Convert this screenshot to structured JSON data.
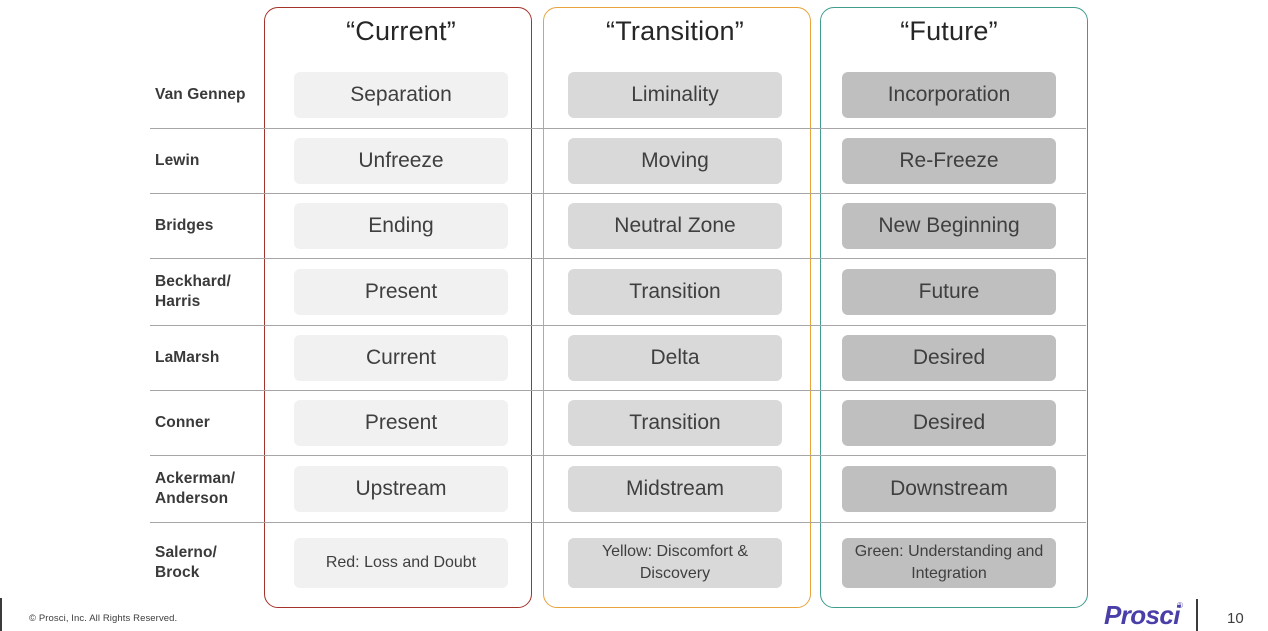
{
  "slide": {
    "columns": [
      {
        "key": "current",
        "title": "“Current”",
        "accent": "#a33229",
        "shade": "#f1f1f1"
      },
      {
        "key": "transition",
        "title": "“Transition”",
        "accent": "#e8a33d",
        "shade": "#d9d9d9"
      },
      {
        "key": "future",
        "title": "“Future”",
        "accent": "#3f9c8e",
        "shade": "#bfbfbf"
      }
    ],
    "rows": [
      {
        "label": "Van Gennep",
        "current": "Separation",
        "transition": "Liminality",
        "future": "Incorporation"
      },
      {
        "label": "Lewin",
        "current": "Unfreeze",
        "transition": "Moving",
        "future": "Re-Freeze"
      },
      {
        "label": "Bridges",
        "current": "Ending",
        "transition": "Neutral Zone",
        "future": "New Beginning"
      },
      {
        "label": "Beckhard/ Harris",
        "current": "Present",
        "transition": "Transition",
        "future": "Future"
      },
      {
        "label": "LaMarsh",
        "current": "Current",
        "transition": "Delta",
        "future": "Desired"
      },
      {
        "label": "Conner",
        "current": "Present",
        "transition": "Transition",
        "future": "Desired"
      },
      {
        "label": "Ackerman/ Anderson",
        "current": "Upstream",
        "transition": "Midstream",
        "future": "Downstream"
      },
      {
        "label": "Salerno/ Brock",
        "current": "Red: Loss and Doubt",
        "transition": "Yellow: Discomfort & Discovery",
        "future": "Green: Understanding and Integration"
      }
    ]
  },
  "footer": {
    "copyright": "© Prosci, Inc. All Rights Reserved.",
    "brand": "Prosci",
    "trademark": "®",
    "page_number": "10"
  }
}
